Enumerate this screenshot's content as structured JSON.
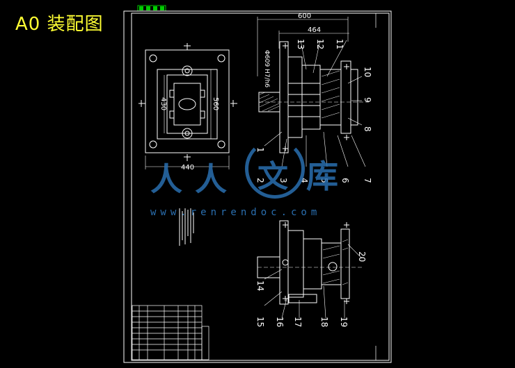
{
  "title": "A0 装配图",
  "dimensions": {
    "width_600": "600",
    "width_464": "464",
    "dia_609": "Φ609 H7/h6",
    "plate_430": "430",
    "plate_560": "560",
    "plate_440": "440"
  },
  "part_numbers": [
    "1",
    "2",
    "3",
    "4",
    "5",
    "6",
    "7",
    "8",
    "9",
    "10",
    "11",
    "12",
    "13",
    "14",
    "15",
    "16",
    "17",
    "18",
    "19",
    "20"
  ],
  "watermark": {
    "chars": [
      "人",
      "人",
      "文",
      "库"
    ],
    "site": "www.renrendoc.com"
  },
  "colors": {
    "background": "#000000",
    "line": "#ffffff",
    "title": "#ffff33",
    "watermark": "#2a6fb0",
    "tab_green": "#00cc00"
  }
}
